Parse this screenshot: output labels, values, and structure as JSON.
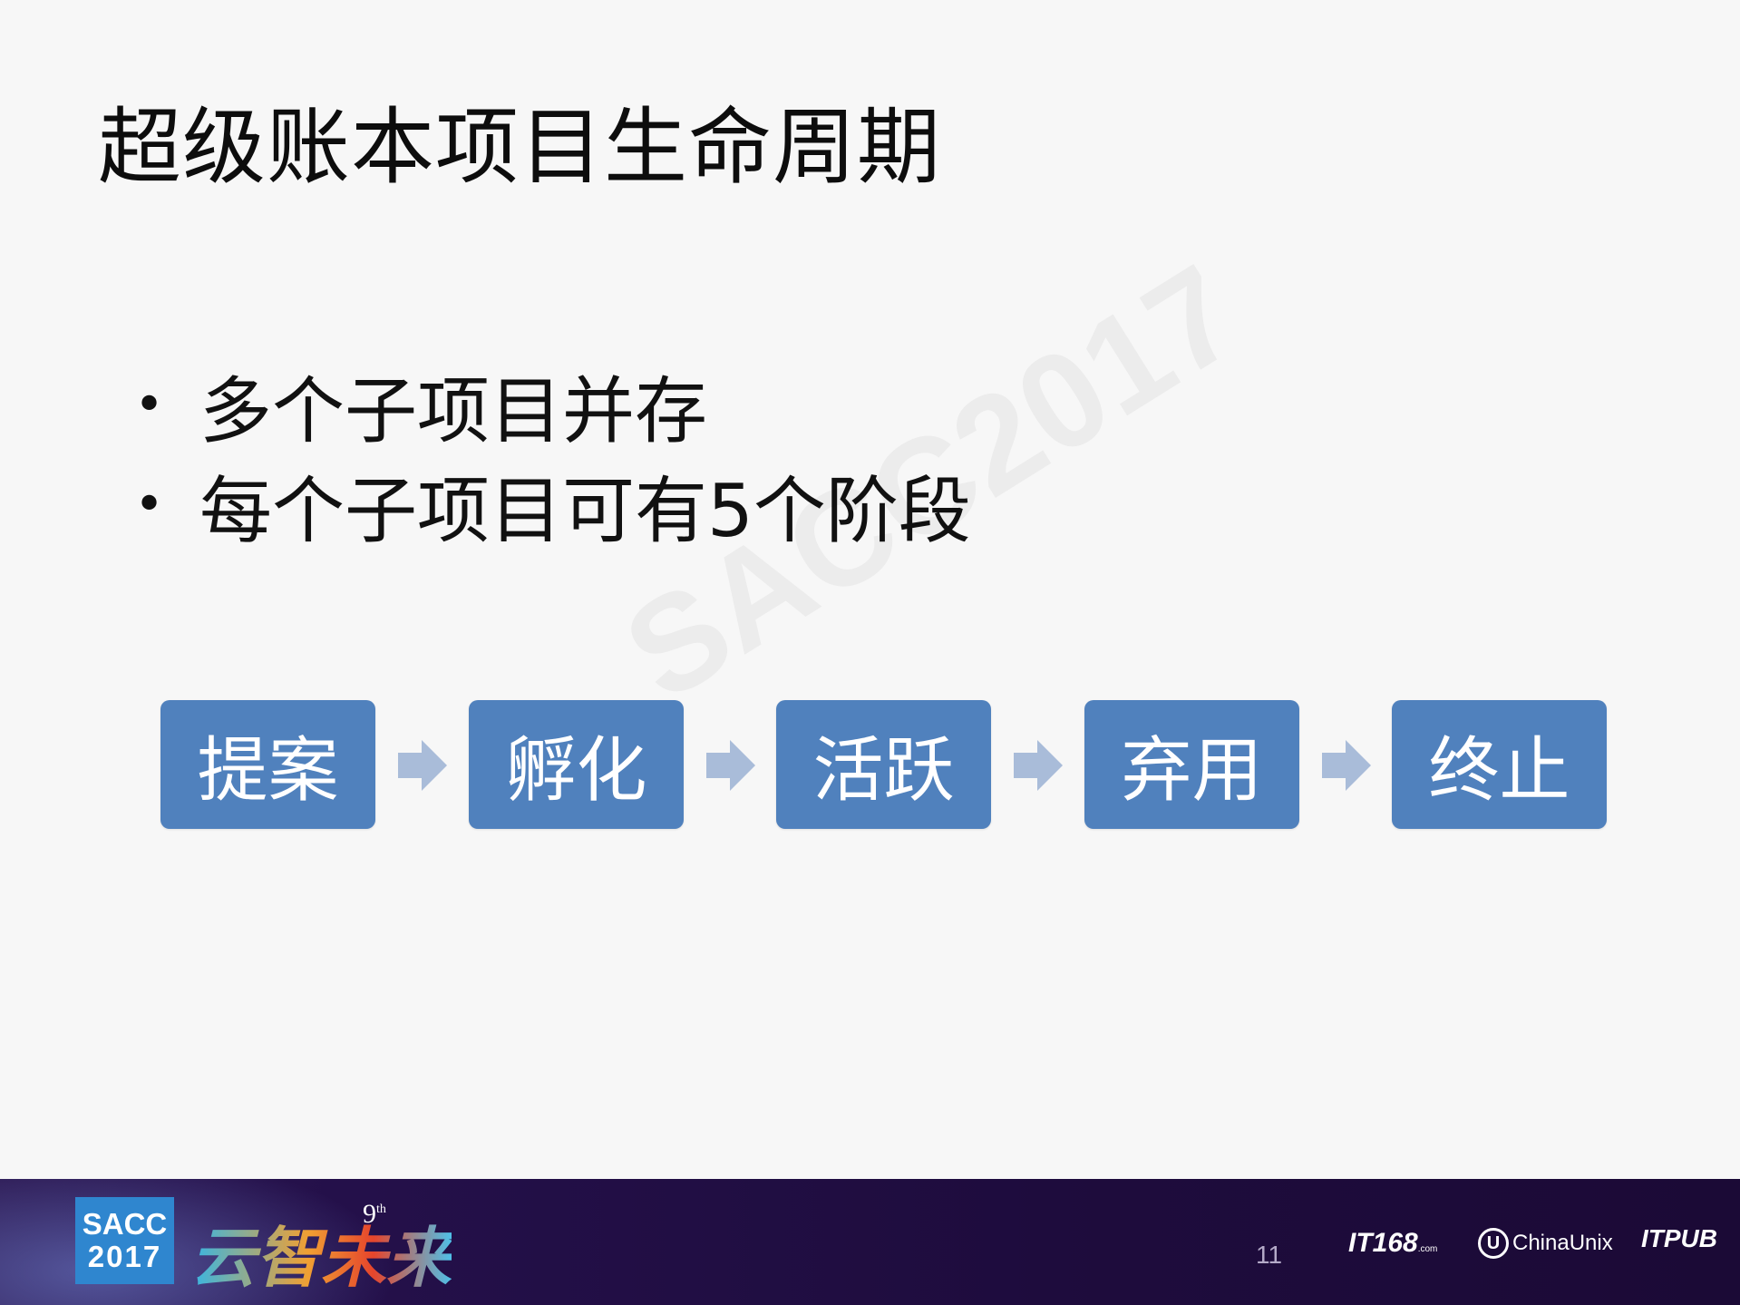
{
  "slide": {
    "title": "超级账本项目生命周期",
    "bullets": [
      "多个子项目并存",
      "每个子项目可有5个阶段"
    ],
    "bullet_marker": "•",
    "watermark": "SACC2017"
  },
  "flow": {
    "stages": [
      "提案",
      "孵化",
      "活跃",
      "弃用",
      "终止"
    ],
    "stage_color": "#5081bd",
    "arrow_color": "#a9bcd9"
  },
  "footer": {
    "badge_line1": "SACC",
    "badge_line2": "2017",
    "slogan": "云智未来",
    "edition_number": "9",
    "edition_suffix": "th",
    "page_number": "11",
    "logos": {
      "it168": "IT168",
      "it168_suffix": ".com",
      "chinaunix": "ChinaUnix",
      "chinaunix_mark": "U",
      "itpub": "ITPUB"
    },
    "background_color": "#1e0c3d"
  }
}
